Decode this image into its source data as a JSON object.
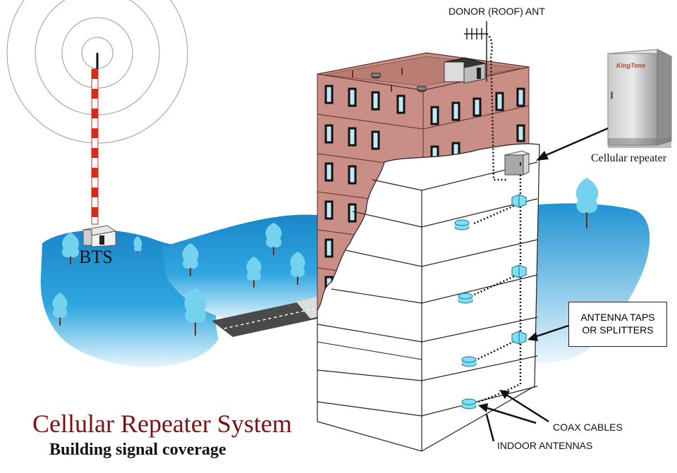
{
  "title": "Cellular Repeater System",
  "subtitle": "Building signal coverage",
  "labels": {
    "bts": "BTS",
    "donor_antenna": "DONOR (ROOF) ANT",
    "cellular_repeater": "Cellular repeater",
    "antenna_taps_line1": "ANTENNA TAPS",
    "antenna_taps_line2": "OR SPLITTERS",
    "coax_cables": "COAX CABLES",
    "indoor_antennas": "INDOOR ANTENNAS",
    "repeater_brand": "KingTone"
  },
  "colors": {
    "title": "#7a1010",
    "tower_red": "#d62a1a",
    "brick": "#c98f86",
    "terrain": "#1f93d2",
    "antenna_cyan": "#7fe0f5",
    "tree": "#6fd0ee"
  }
}
